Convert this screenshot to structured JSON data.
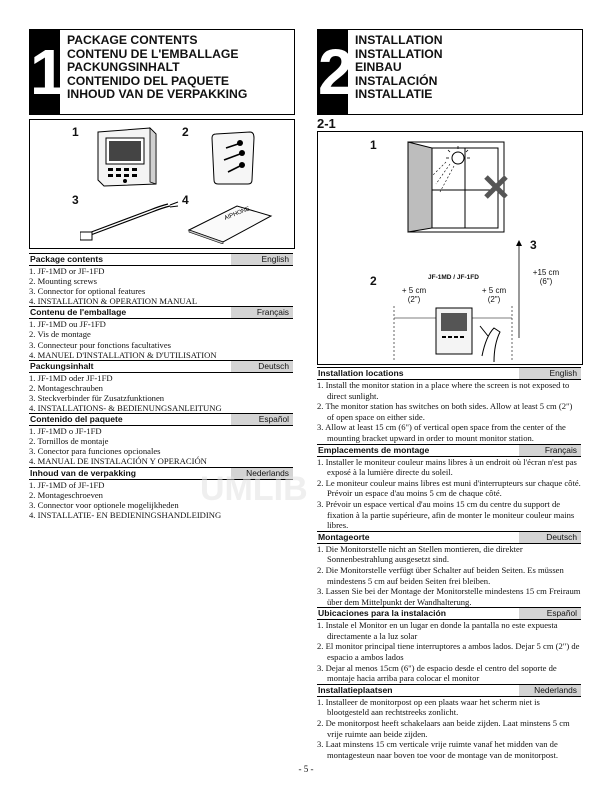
{
  "section1": {
    "number": "1",
    "titles": [
      "PACKAGE CONTENTS",
      "CONTENU DE L'EMBALLAGE",
      "PACKUNGSINHALT",
      "CONTENIDO DEL PAQUETE",
      "INHOUD VAN DE VERPAKKING"
    ],
    "figure_labels": [
      "1",
      "2",
      "3",
      "4"
    ],
    "lists": [
      {
        "heading": "Package contents",
        "lang": "English",
        "items": [
          "1. JF-1MD or JF-1FD",
          "2. Mounting screws",
          "3. Connector for optional features",
          "4. INSTALLATION & OPERATION MANUAL"
        ]
      },
      {
        "heading": "Contenu de l'emballage",
        "lang": "Français",
        "items": [
          "1. JF-1MD ou JF-1FD",
          "2. Vis de montage",
          "3. Connecteur pour fonctions facultatives",
          "4. MANUEL D'INSTALLATION & D'UTILISATION"
        ]
      },
      {
        "heading": "Packungsinhalt",
        "lang": "Deutsch",
        "items": [
          "1. JF-1MD oder JF-1FD",
          "2. Montageschrauben",
          "3. Steckverbinder für Zusatzfunktionen",
          "4. INSTALLATIONS- & BEDIENUNGSANLEITUNG"
        ]
      },
      {
        "heading": "Contenido del paquete",
        "lang": "Español",
        "items": [
          "1. JF-1MD o JF-1FD",
          "2. Tornillos de montaje",
          "3. Conector para funciones opcionales",
          "4. MANUAL DE INSTALACIÓN Y OPERACIÓN"
        ]
      },
      {
        "heading": "Inhoud van de verpakking",
        "lang": "Nederlands",
        "items": [
          "1. JF-1MD of JF-1FD",
          "2. Montageschroeven",
          "3. Connector voor optionele mogelijkheden",
          "4. INSTALLATIE- EN BEDIENINGSHANDLEIDING"
        ]
      }
    ]
  },
  "section2": {
    "number": "2",
    "titles": [
      "INSTALLATION",
      "INSTALLATION",
      "EINBAU",
      "INSTALACIÓN",
      "INSTALLATIE"
    ],
    "subsection": "2-1",
    "figure": {
      "label1": "1",
      "label2": "2",
      "label3": "3",
      "model": "JF-1MD / JF-1FD",
      "left_gap": "+ 5 cm",
      "left_gap_in": "(2\")",
      "right_gap": "+ 5 cm",
      "right_gap_in": "(2\")",
      "top_gap": "+15 cm",
      "top_gap_in": "(6\")"
    },
    "lists": [
      {
        "heading": "Installation locations",
        "lang": "English",
        "items": [
          "1. Install the monitor station in a place where the screen is not exposed to direct sunlight.",
          "2. The monitor station has switches on both sides. Allow at least 5 cm (2\") of open space on either side.",
          "3. Allow at least 15 cm (6\") of vertical open space from the center of the mounting bracket upward in order to mount monitor station."
        ]
      },
      {
        "heading": "Emplacements de montage",
        "lang": "Français",
        "items": [
          "1. Installer le moniteur couleur mains libres à un endroit où l'écran n'est pas exposé à la lumière directe du soleil.",
          "2. Le moniteur couleur mains libres est muni d'interrupteurs sur chaque côté. Prévoir un espace d'au moins 5 cm de chaque côté.",
          "3. Prévoir un espace vertical d'au moins 15 cm du centre du support de fixation à la partie supérieure, afin de monter le moniteur couleur mains libres."
        ]
      },
      {
        "heading": "Montageorte",
        "lang": "Deutsch",
        "items": [
          "1. Die Monitorstelle nicht an Stellen montieren, die direkter Sonnenbestrahlung ausgesetzt sind.",
          "2. Die Monitorstelle verfügt über Schalter auf beiden Seiten. Es müssen mindestens 5 cm auf beiden Seiten frei bleiben.",
          "3. Lassen Sie bei der Montage der Monitorstelle mindestens 15 cm Freiraum über dem Mittelpunkt der Wandhalterung."
        ]
      },
      {
        "heading": "Ubicaciones para la instalación",
        "lang": "Español",
        "items": [
          "1. Instale el Monitor en un lugar en donde la pantalla no este expuesta directamente a la luz solar",
          "2. El monitor principal tiene interruptores a ambos lados. Dejar 5 cm (2\") de espacio a ambos lados",
          "3. Dejar al menos 15cm (6\") de espacio desde el centro del soporte de montaje hacia arriba para colocar el monitor"
        ]
      },
      {
        "heading": "Installatieplaatsen",
        "lang": "Nederlands",
        "items": [
          "1. Installeer de monitorpost op een plaats waar het scherm niet is blootgesteld aan rechtstreeks zonlicht.",
          "2. De monitorpost heeft schakelaars aan beide zijden. Laat minstens 5 cm vrije ruimte aan beide zijden.",
          "3. Laat minstens 15 cm verticale vrije ruimte vanaf het midden van de montagesteun naar boven toe voor de montage van de monitorpost."
        ]
      }
    ]
  },
  "page_number": "- 5 -",
  "watermark": "UMLIB"
}
